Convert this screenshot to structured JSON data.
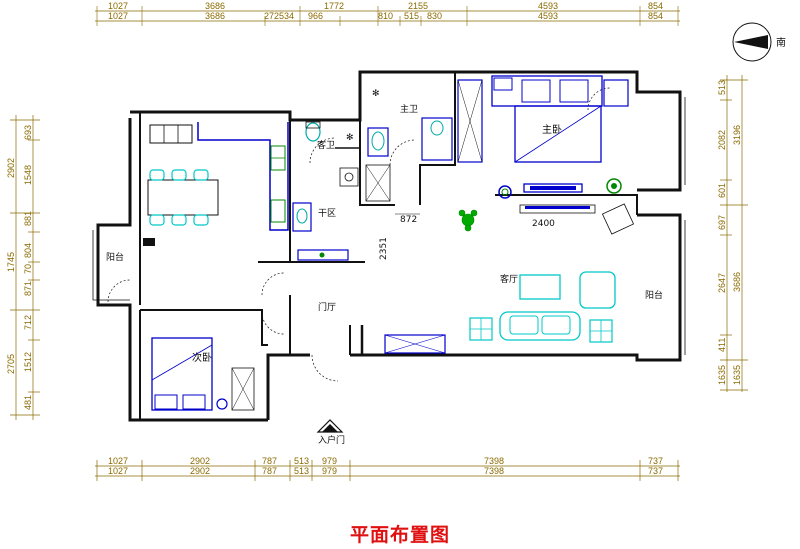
{
  "title": "平面布置图",
  "entrance_label": "入户门",
  "north_label": "南",
  "rooms": {
    "kitchen_bath": "主卫",
    "guest_bath": "客卫",
    "master_bedroom": "主卧",
    "dry_zone": "干区",
    "balcony_left": "阳台",
    "living_room": "客厅",
    "foyer": "门厅",
    "balcony_right": "阳台",
    "second_bedroom": "次卧"
  },
  "annotations": {
    "width_872": "872",
    "width_2400": "2400",
    "width_2351": "2351"
  },
  "top_dims_row1": [
    "1027",
    "3686",
    "1772",
    "2155",
    "4593",
    "854"
  ],
  "top_dims_row2": [
    "1027",
    "3686",
    "272534",
    "966",
    "810",
    "515",
    "830",
    "4593",
    "854"
  ],
  "bottom_dims_row1": [
    "1027",
    "2902",
    "787",
    "513",
    "979",
    "7398",
    "737"
  ],
  "bottom_dims_row2": [
    "1027",
    "2902",
    "787",
    "513",
    "979",
    "7398",
    "737"
  ],
  "left_dims_outer": [
    "2902",
    "1745",
    "2705"
  ],
  "left_dims_inner": [
    "693",
    "1548",
    "881",
    "804",
    "70",
    "871",
    "712",
    "1512",
    "481"
  ],
  "right_dims_outer": [
    "3196",
    "3686",
    "1635"
  ],
  "right_dims_inner": [
    "513",
    "2082",
    "601",
    "697",
    "2647",
    "411",
    "1635"
  ],
  "colors": {
    "wall": "#111111",
    "furniture": "#0000cc",
    "fixtures": "#00c8c8",
    "plants": "#00aa00",
    "dimension": "#8a6a00",
    "title": "#e01010"
  }
}
